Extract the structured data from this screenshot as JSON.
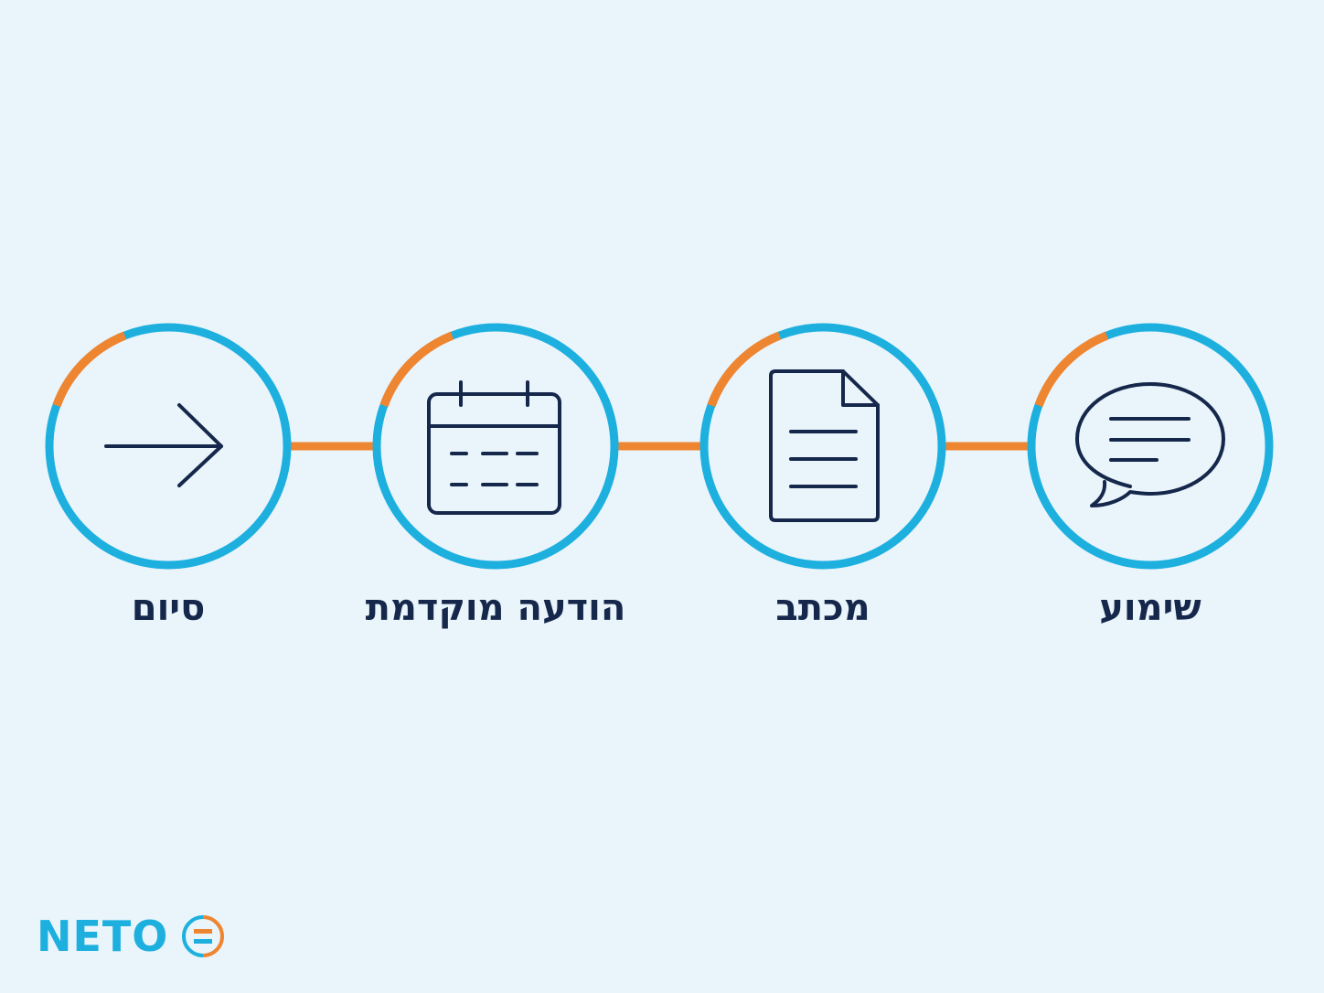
{
  "diagram": {
    "steps": [
      {
        "label": "שימוע",
        "icon": "speech-bubble-icon"
      },
      {
        "label": "מכתב",
        "icon": "document-icon"
      },
      {
        "label": "הודעה מוקדמת",
        "icon": "calendar-icon"
      },
      {
        "label": "סיום",
        "icon": "arrow-right-icon"
      }
    ]
  },
  "brand": {
    "name": "NETO",
    "icon": "equals-circle-icon"
  },
  "colors": {
    "background": "#eaf4fb",
    "ring": "#1db0df",
    "accent": "#ee8530",
    "icon": "#15284b",
    "text": "#15284b"
  }
}
